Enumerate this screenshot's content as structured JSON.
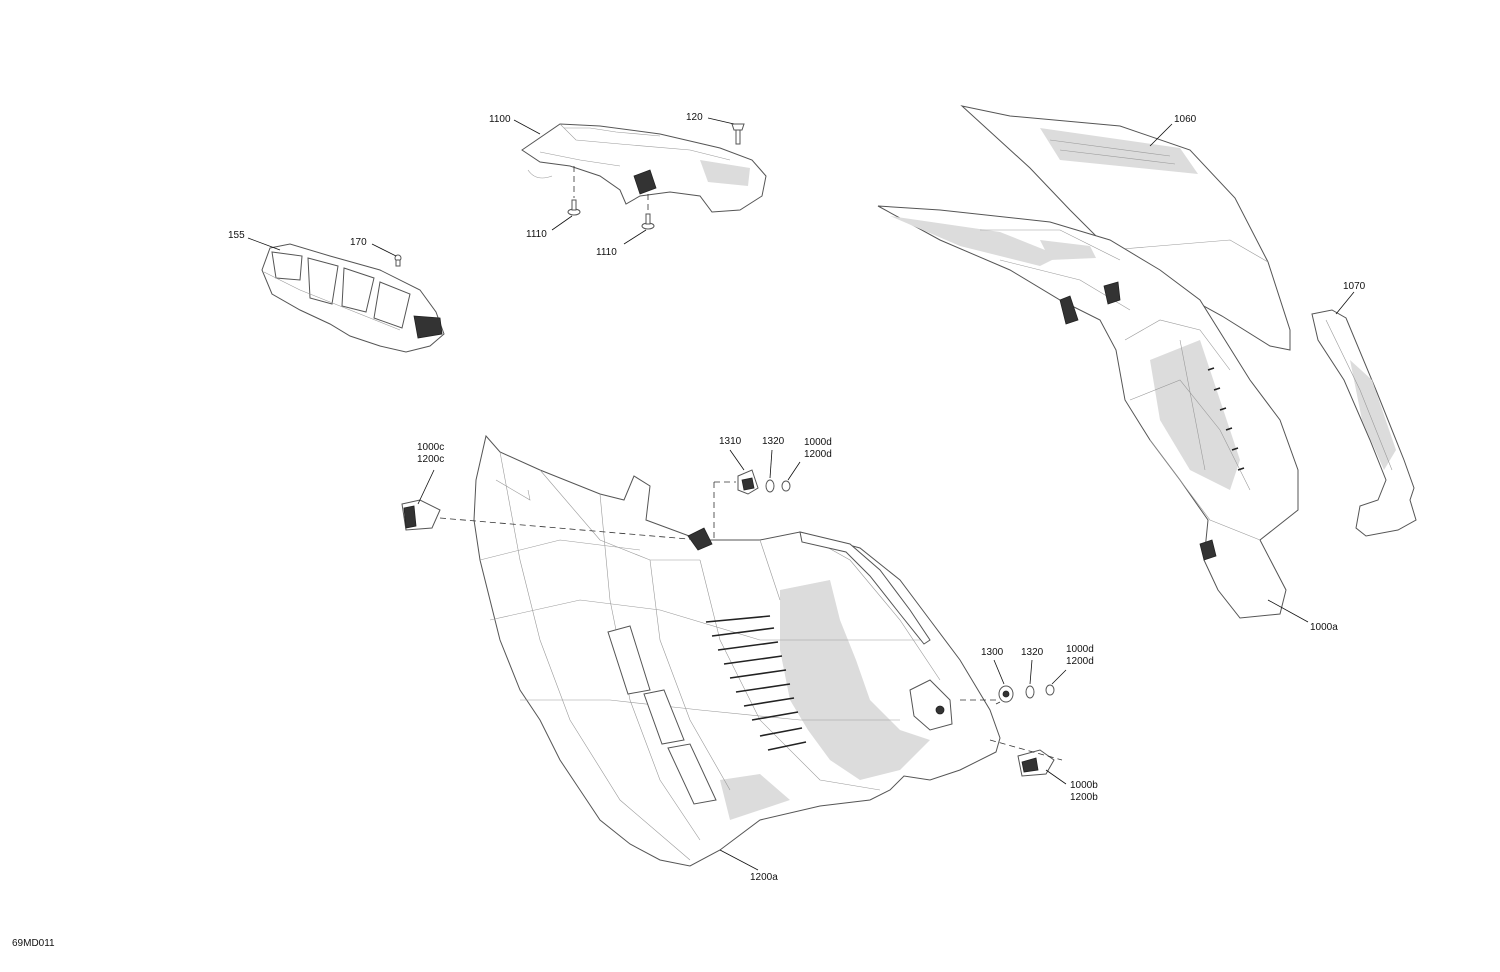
{
  "colors": {
    "line": "#555555",
    "shade": "#dcdcdc",
    "text": "#111111",
    "background": "#ffffff"
  },
  "callouts": {
    "c1100": "1100",
    "c120": "120",
    "c1110a": "1110",
    "c1110b": "1110",
    "c155": "155",
    "c170": "170",
    "c1060": "1060",
    "c1070": "1070",
    "c1000c": "1000c",
    "c1200c": "1200c",
    "c1310": "1310",
    "c1320a": "1320",
    "c1000d_a": "1000d",
    "c1200d_a": "1200d",
    "c1000a": "1000a",
    "c1300": "1300",
    "c1320b": "1320",
    "c1000d_b": "1000d",
    "c1200d_b": "1200d",
    "c1000b": "1000b",
    "c1200b": "1200b",
    "c1200a": "1200a"
  },
  "reference_code": "69MD011"
}
